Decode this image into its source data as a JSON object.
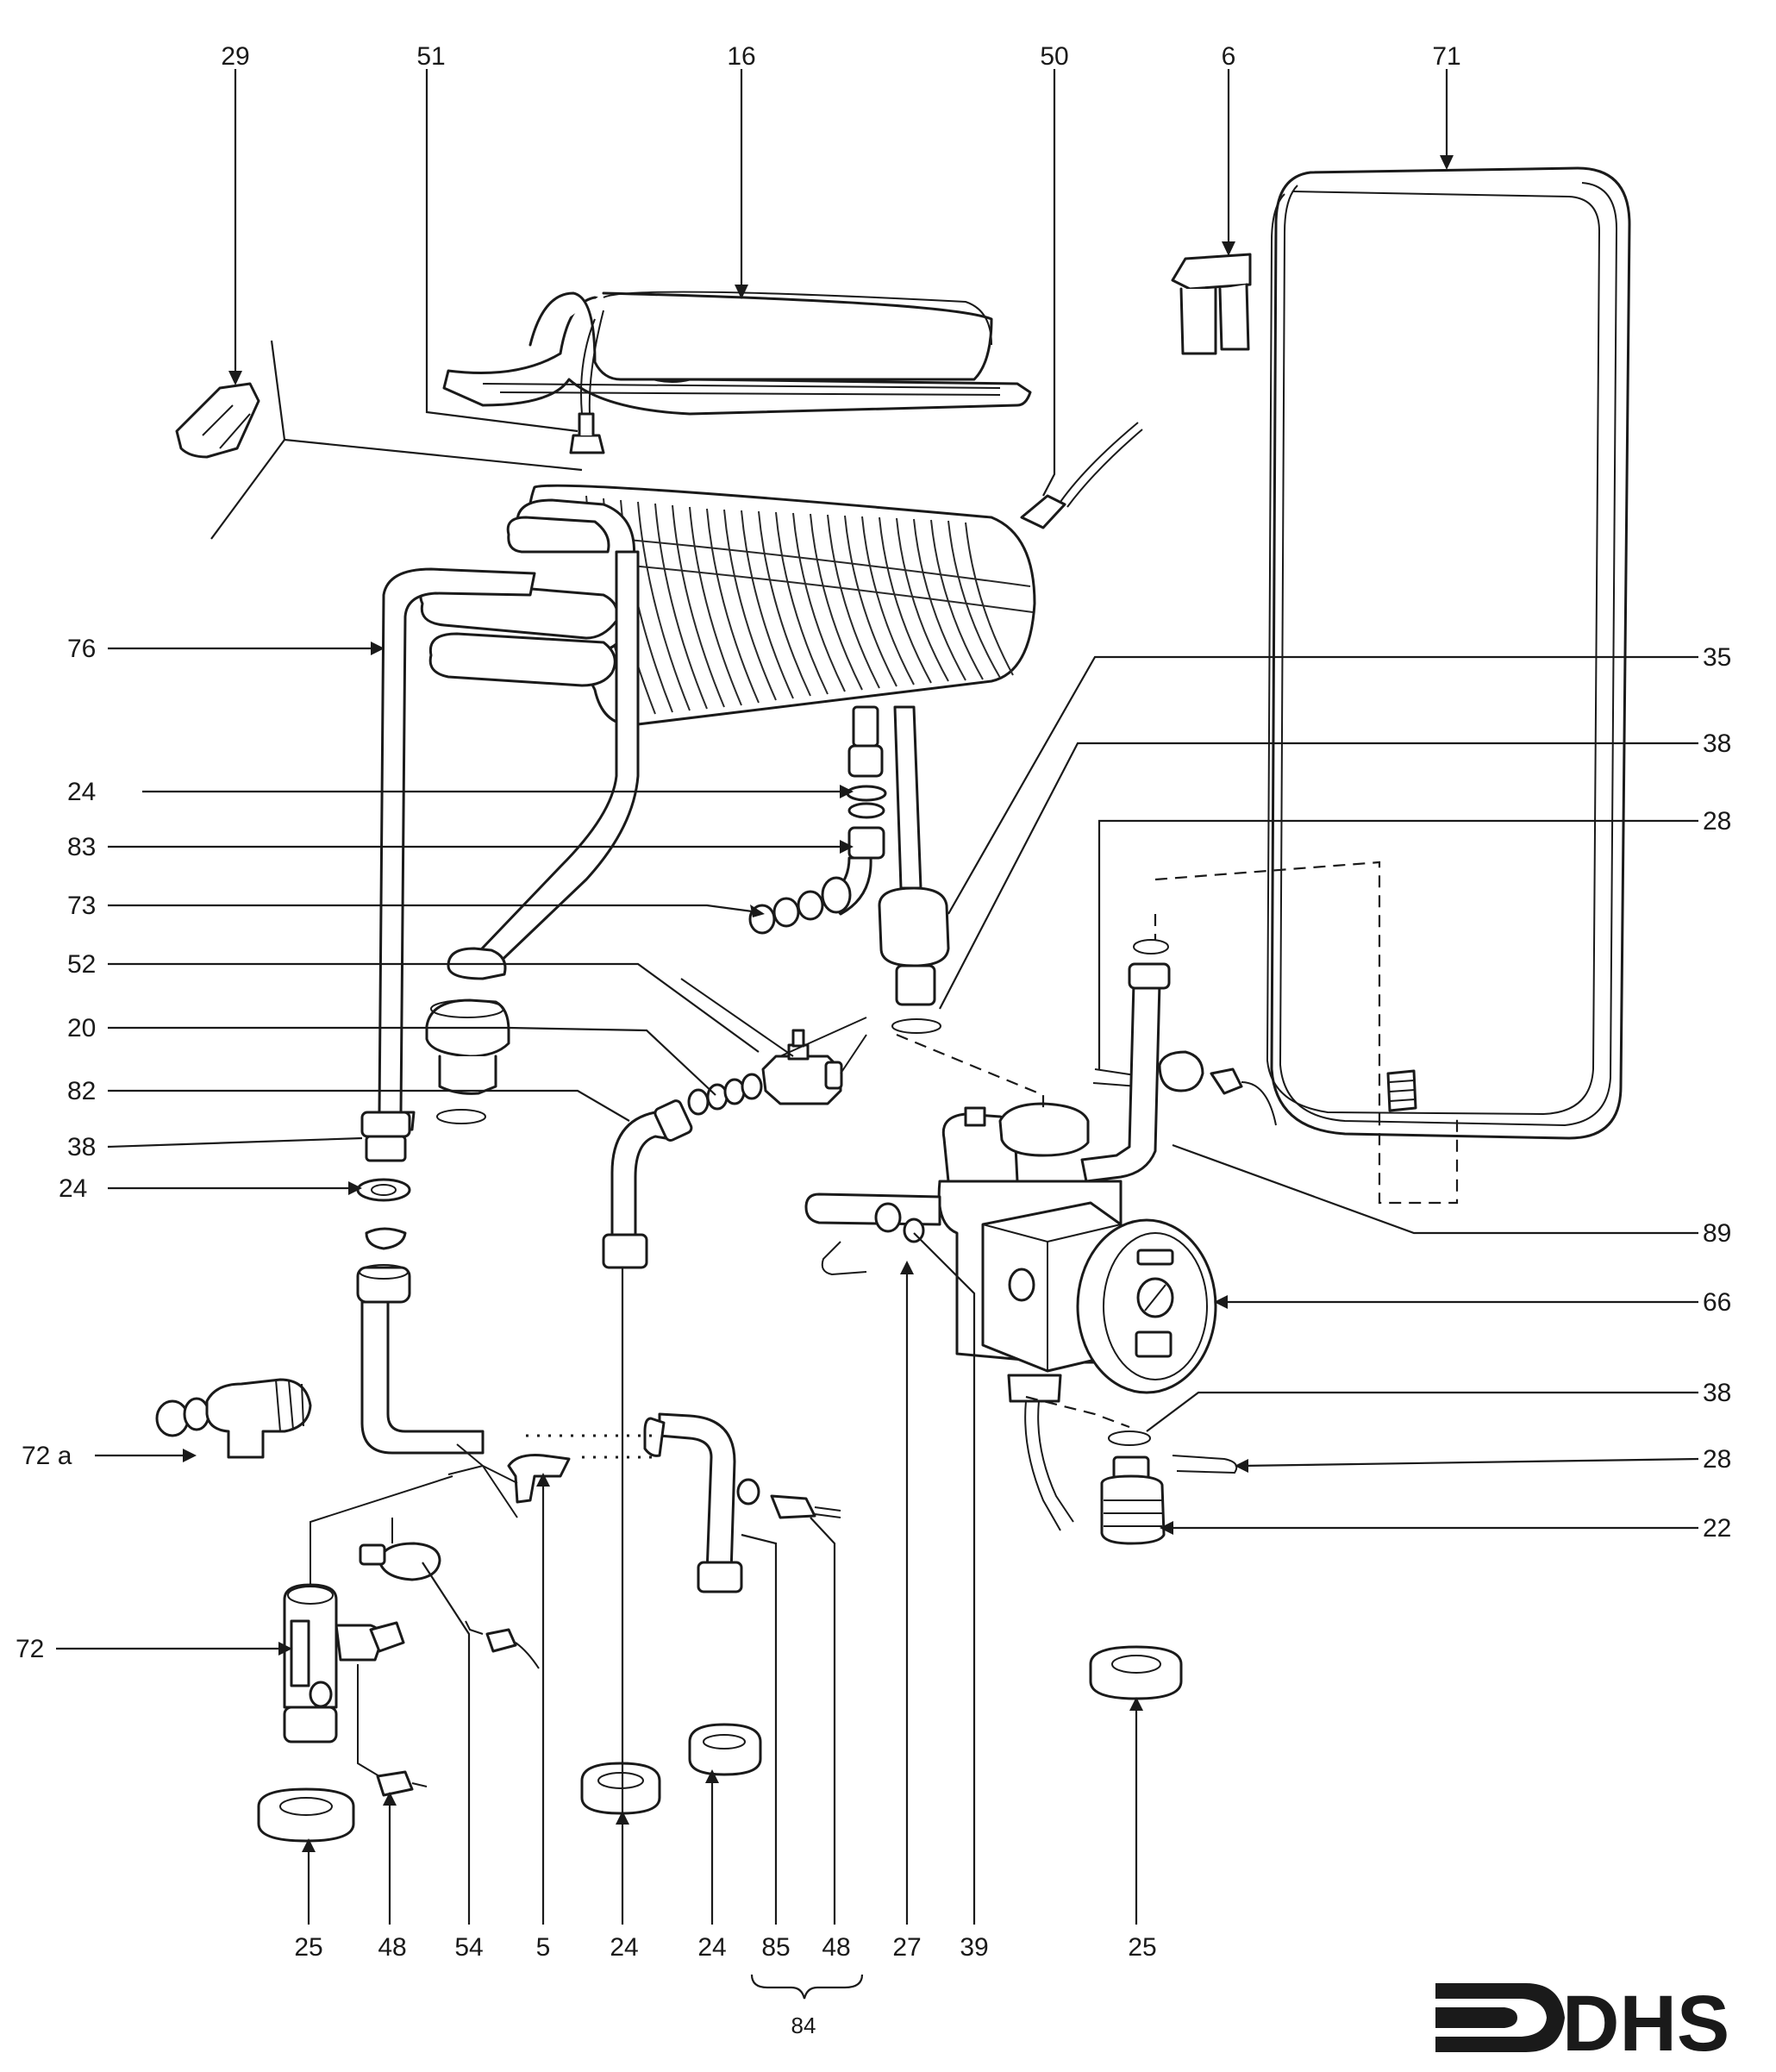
{
  "labels": {
    "l29": "29",
    "l51": "51",
    "l16": "16",
    "l50": "50",
    "l6": "6",
    "l71": "71",
    "l76": "76",
    "l35": "35",
    "l24a": "24",
    "l38a": "38",
    "l83": "83",
    "l28a": "28",
    "l73": "73",
    "l52": "52",
    "l20": "20",
    "l82": "82",
    "l38b": "38",
    "l24b": "24",
    "l89": "89",
    "l66": "66",
    "l72a": "72 a",
    "l38c": "38",
    "l28b": "28",
    "l22": "22",
    "l72": "72",
    "l25a": "25",
    "l48a": "48",
    "l54": "54",
    "l5": "5",
    "l24c": "24",
    "l24d": "24",
    "l85": "85",
    "l48b": "48",
    "l27": "27",
    "l39": "39",
    "l25b": "25",
    "l84": "84"
  },
  "logo": {
    "text": "DHS"
  },
  "colors": {
    "ink": "#1a1a1a",
    "paper": "#ffffff"
  }
}
